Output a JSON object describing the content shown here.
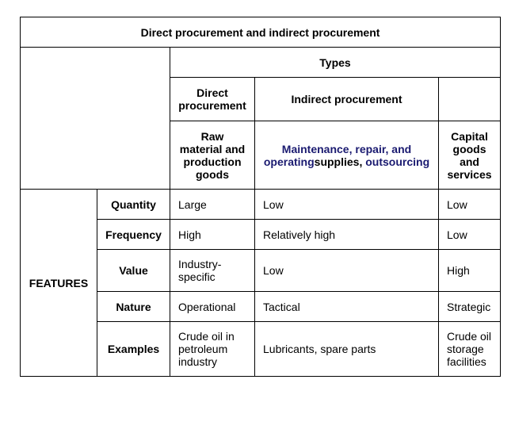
{
  "table": {
    "title": "Direct procurement and indirect procurement",
    "types_label": "Types",
    "direct_label": "Direct procurement",
    "indirect_label": "Indirect procurement",
    "col1_heading": "Raw material and production goods",
    "col2_heading": {
      "part1": "Maintenance, repair, and operating",
      "part2": "supplies, ",
      "part3": "outsourcing"
    },
    "col3_heading": "Capital goods and services",
    "features_label": "FEATURES",
    "rows": [
      {
        "feature": "Quantity",
        "direct": "Large",
        "indirect": "Low",
        "capital": "Low"
      },
      {
        "feature": "Frequency",
        "direct": "High",
        "indirect": "Relatively high",
        "capital": "Low"
      },
      {
        "feature": "Value",
        "direct": "Industry-specific",
        "indirect": "Low",
        "capital": "High"
      },
      {
        "feature": "Nature",
        "direct": "Operational",
        "indirect": "Tactical",
        "capital": "Strategic"
      },
      {
        "feature": "Examples",
        "direct": "Crude oil in petroleum industry",
        "indirect": "Lubricants, spare parts",
        "capital": "Crude oil storage facilities"
      }
    ],
    "colors": {
      "link_text": "#1a1a70",
      "border": "#000000"
    }
  }
}
